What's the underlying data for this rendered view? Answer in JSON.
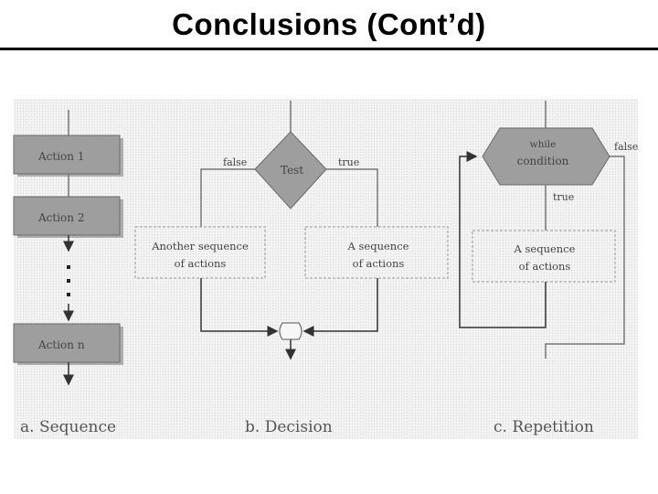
{
  "slide": {
    "title": "Conclusions (Cont’d)"
  },
  "sequence": {
    "actions": [
      "Action 1",
      "Action 2",
      "Action n"
    ],
    "caption": "a. Sequence"
  },
  "decision": {
    "test_label": "Test",
    "false_label": "false",
    "true_label": "true",
    "false_branch": [
      "Another sequence",
      "of actions"
    ],
    "true_branch": [
      "A sequence",
      "of actions"
    ],
    "caption": "b. Decision"
  },
  "repetition": {
    "condition": [
      "while",
      "condition"
    ],
    "false_label": "false",
    "true_label": "true",
    "body": [
      "A sequence",
      "of actions"
    ],
    "caption": "c. Repetition"
  }
}
